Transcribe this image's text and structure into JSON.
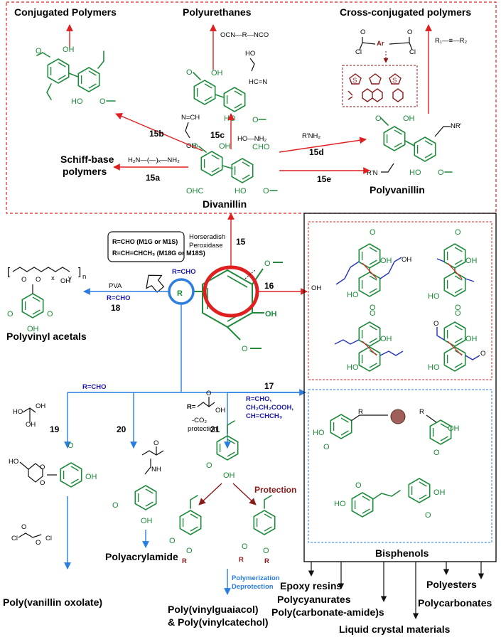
{
  "top_products": {
    "conjugated": "Conjugated Polymers",
    "polyurethanes": "Polyurethanes",
    "cross_conjugated": "Cross-conjugated polymers",
    "schiff": [
      "Schiff-base",
      "polymers"
    ],
    "polyvanillin": "Polyvanillin",
    "divanillin": "Divanillin"
  },
  "reagents": {
    "isocyanate": "OCN—R—NCO",
    "ethanolamine": "HO—NH₂",
    "amine": "R'NH₂",
    "diamine": "H₂N—(—)ₓ—NH₂",
    "alkyne": "R₁—≡—R₂",
    "pva": "PVA",
    "diol": "HO——OH",
    "oxalyl": "Cl—CO—CO—Cl"
  },
  "step_labels": {
    "s15": "15",
    "s15a": "15a",
    "s15b": "15b",
    "s15c": "15c",
    "s15d": "15d",
    "s15e": "15e",
    "s16": "16",
    "s17": "17",
    "s18": "18",
    "s19": "19",
    "s20": "20",
    "s21": "21"
  },
  "conditions": {
    "horseradish": [
      "Horseradish",
      "Peroxidase"
    ],
    "r_cho_a": "R=CHO",
    "r_cho_b": "R=CHO",
    "r_cho_c": "R=CHO",
    "r_eq": "R=",
    "decarb": [
      "-CO₂",
      "protection"
    ],
    "r_list": [
      "R=CHO,",
      "CH₂CH₂COOH,",
      "CH=CHCH₃"
    ],
    "protection": "Protection",
    "poly_deprot": [
      "Polymerization",
      "Deprotection"
    ]
  },
  "legend": {
    "line1": "R=CHO  (M1G or M1S)",
    "line2": "R=CH=CHCH₃ (M18G or M18S)"
  },
  "center": {
    "r_group": "R",
    "oh": "OH"
  },
  "bottom_products": {
    "polyvinyl_acetals": "Polyvinyl acetals",
    "poly_oxolate": "Poly(vanillin oxolate)",
    "polyacrylamide": "Polyacrylamide",
    "poly_vinyl": [
      "Poly(vinylguaiacol)",
      "& Poly(vinylcatechol)"
    ],
    "bisphenols": "Bisphenols"
  },
  "bisphenol_products": [
    "Epoxy resins",
    "Polycyanurates",
    "Poly(carbonate-amide)s",
    "Liquid crystal materials",
    "Polyesters",
    "Polycarbonates"
  ],
  "colors": {
    "structure_green": "#1f8a3c",
    "red_arrow": "#e02020",
    "blue_arrow": "#2a7de1",
    "dark_red": "#8b1a1a",
    "condition_blue": "#1a1aa6"
  }
}
